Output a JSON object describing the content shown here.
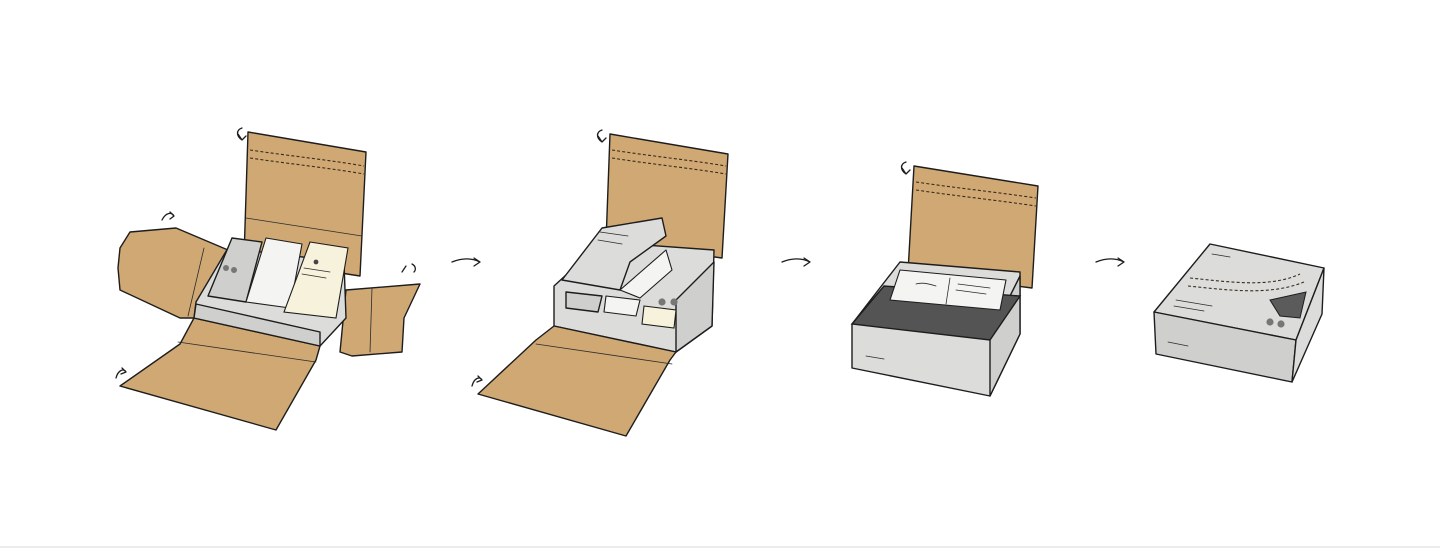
{
  "diagram": {
    "steps": [
      {
        "id": "step-1"
      },
      {
        "id": "step-2"
      },
      {
        "id": "step-3"
      },
      {
        "id": "step-4"
      }
    ],
    "colors": {
      "kraft": "#cfa874",
      "grey_box": "#dcdddb",
      "dark_band": "#545454",
      "ink": "#1d1d1d"
    },
    "icons": [
      "fold-arrow-icon",
      "step-arrow-icon"
    ]
  }
}
